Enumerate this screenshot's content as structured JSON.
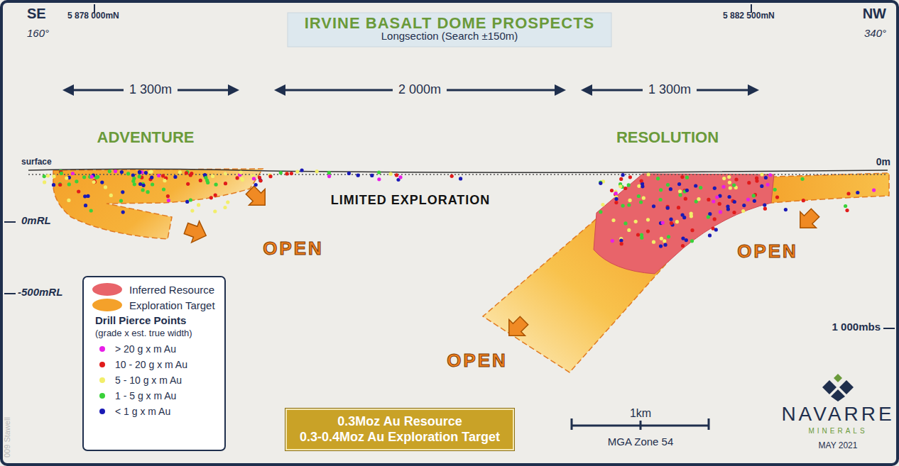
{
  "diagram": {
    "title": "IRVINE BASALT DOME PROSPECTS",
    "nodes": [
      {
        "text": [
          "0.3Moz Au Resource",
          "0.3-0.4Moz Au Exploration Target"
        ]
      }
    ],
    "labels": [
      "Longsection (Search ±150m)",
      "SE",
      "160°",
      "5 878 000mN",
      "5 882 500mN",
      "NW",
      "340°",
      "1 300m",
      "2 000m",
      "1 300m",
      "ADVENTURE",
      "RESOLUTION",
      "surface",
      "0m",
      "0mRL",
      "-500mRL",
      "1 000mbs",
      "LIMITED EXPLORATION",
      "OPEN",
      "OPEN",
      "OPEN",
      "Drill Pierce Points",
      "(grade x est. true width)",
      "1km",
      "MGA Zone 54",
      "NAVARRE",
      "MINERALS",
      "MAY 2021",
      "009 Stawell"
    ],
    "legend": [
      {
        "text": "Inferred Resource",
        "color": "#e8646a"
      },
      {
        "text": "Exploration Target",
        "color": "#f4a12a"
      },
      {
        "text": "> 20 g x m Au",
        "color": "#e81ee8"
      },
      {
        "text": "10 - 20 g x m Au",
        "color": "#e01b1b"
      },
      {
        "text": "5 - 10 g x m Au",
        "color": "#f2ee6a"
      },
      {
        "text": "1 - 5 g x m Au",
        "color": "#3ad13a"
      },
      {
        "text": "< 1 g x m Au",
        "color": "#1a1ab5"
      }
    ]
  }
}
